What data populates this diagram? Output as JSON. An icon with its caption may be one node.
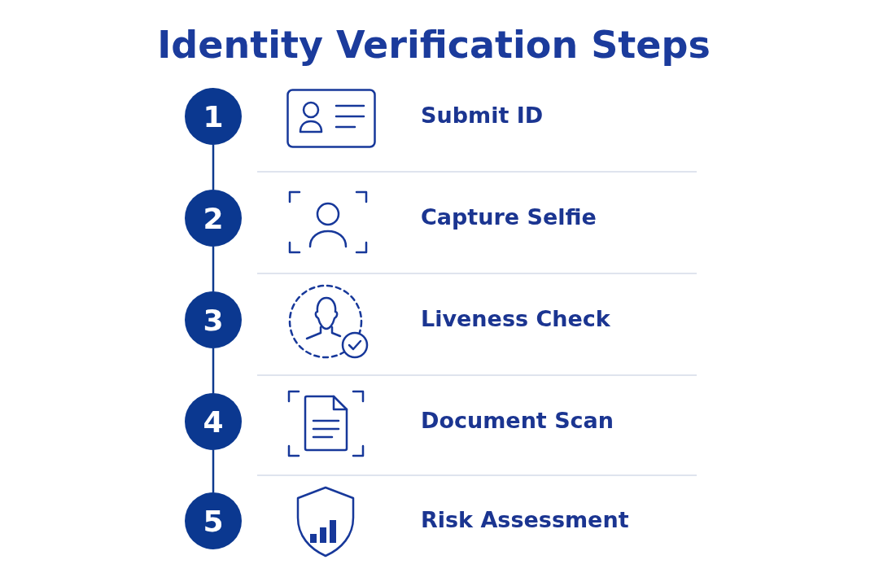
{
  "diagram": {
    "title": "Identity Verification Steps",
    "nodes": [
      {
        "text": [
          "1"
        ]
      },
      {
        "text": [
          "2"
        ]
      },
      {
        "text": [
          "3"
        ]
      },
      {
        "text": [
          "4"
        ]
      },
      {
        "text": [
          "5"
        ]
      }
    ],
    "edges": [
      {
        "from": 0,
        "to": 1,
        "arrow": "none"
      },
      {
        "from": 1,
        "to": 2,
        "arrow": "none"
      },
      {
        "from": 2,
        "to": 3,
        "arrow": "none"
      },
      {
        "from": 3,
        "to": 4,
        "arrow": "none"
      }
    ],
    "labels": [
      "Submit ID",
      "Capture Selfie",
      "Liveness Check",
      "Document Scan",
      "Risk Assessment"
    ]
  }
}
